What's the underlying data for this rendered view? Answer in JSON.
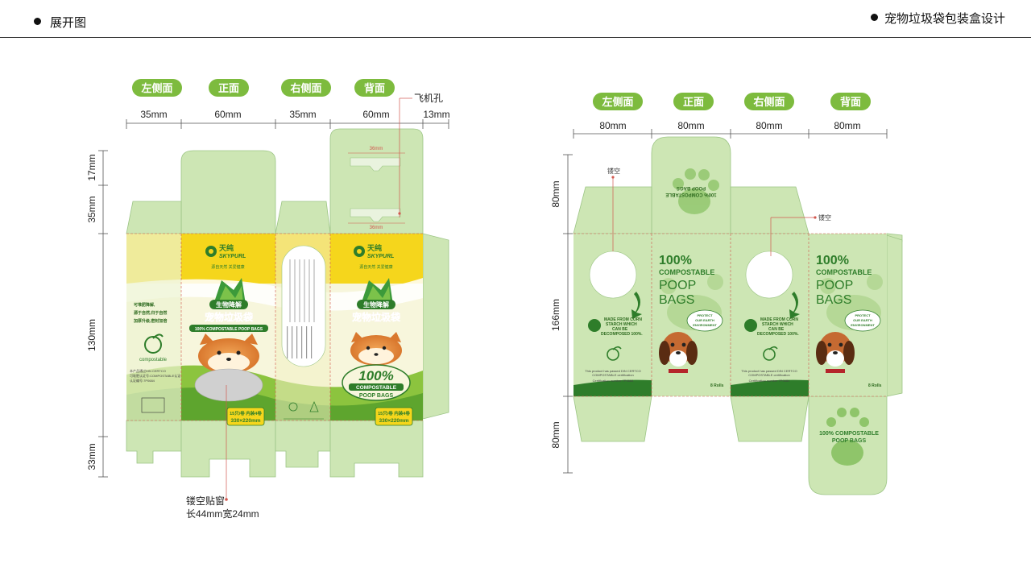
{
  "header": {
    "left_title": "展开图",
    "right_title": "宠物垃圾袋包装盒设计"
  },
  "left": {
    "panels": [
      "左侧面",
      "正面",
      "右侧面",
      "背面"
    ],
    "widths": [
      "35mm",
      "60mm",
      "35mm",
      "60mm",
      "13mm"
    ],
    "heights": [
      "17mm",
      "35mm",
      "130mm",
      "33mm"
    ],
    "hang_hole_label": "飞机孔",
    "hang_hole_width": "36mm",
    "window_label_1": "镂空贴窗",
    "window_label_2": "长44mm宽24mm",
    "brand_cn": "天纯",
    "brand_en": "SKYPURL",
    "slogan": "源自天然 关爱健康",
    "badge": "生物降解",
    "product_cn": "宠物垃圾袋",
    "product_en": "100% COMPOSTABLE POOP BAGS",
    "big_pct": "100%",
    "compostable": "COMPOSTABLE",
    "poop_bags": "POOP BAGS",
    "spec_line1": "15只/卷 内装4卷",
    "spec_line2": "330×220mm",
    "side_bullets": [
      "可堆肥降解,",
      "源于自然,归于自然",
      "加厚升级,密封加倍"
    ],
    "compostable_word": "compostable",
    "side_note_1": "本产品通过DIN CERTCO",
    "side_note_2": "可堆肥认证号:COMPOSTABLE认证",
    "side_note_3": "认证编号:7P0684"
  },
  "right": {
    "panels": [
      "左侧面",
      "正面",
      "右侧面",
      "背面"
    ],
    "widths": [
      "80mm",
      "80mm",
      "80mm",
      "80mm"
    ],
    "heights": [
      "80mm",
      "166mm",
      "80mm"
    ],
    "cutout_label_1": "镂空",
    "cutout_label_2": "镂空",
    "headline": [
      "100%",
      "COMPOSTABLE",
      "POOP",
      "BAGS"
    ],
    "corn_text": [
      "MADE FROM CORN",
      "STARCH WHICH",
      "CAN BE",
      "DECOMPOSED 100%."
    ],
    "bubble_text": [
      "PROTECT",
      "OUR EARTH",
      "ENVIRONMENT"
    ],
    "rolls": "8 Rolls",
    "cert_text": [
      "This product has passed DIN CERTCO",
      "COMPOSTABLE certification",
      "Certification number:7P0684"
    ],
    "bottom_text": [
      "100% COMPOSTABLE",
      "POOP BAGS"
    ],
    "top_flap_text": [
      "100% COMPOSTABLE",
      "POOP BAGS"
    ]
  },
  "colors": {
    "accent_green": "#7dbb3e",
    "die_green": "#cde6b4",
    "yellow": "#f5d61c",
    "dark_green": "#2e7d2a",
    "cut_line": "#d2584f"
  }
}
